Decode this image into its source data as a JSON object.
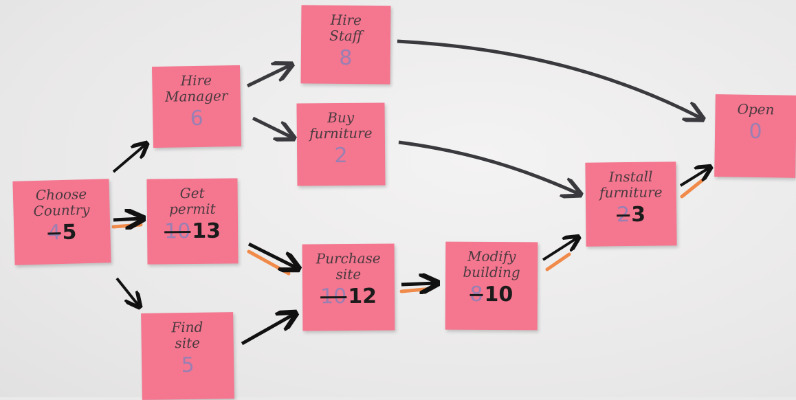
{
  "tasks": [
    {
      "id": "choose-country",
      "title": "Choose\nCountry",
      "old": "4",
      "new": "5"
    },
    {
      "id": "hire-manager",
      "title": "Hire\nManager",
      "value": "6"
    },
    {
      "id": "get-permit",
      "title": "Get\npermit",
      "old": "10",
      "new": "13"
    },
    {
      "id": "find-site",
      "title": "Find\nsite",
      "value": "5"
    },
    {
      "id": "hire-staff",
      "title": "Hire\nStaff",
      "value": "8"
    },
    {
      "id": "buy-furniture",
      "title": "Buy\nfurniture",
      "value": "2"
    },
    {
      "id": "purchase-site",
      "title": "Purchase\nsite",
      "old": "10",
      "new": "12"
    },
    {
      "id": "modify-building",
      "title": "Modify\nbuilding",
      "old": "8",
      "new": "10"
    },
    {
      "id": "install-furniture",
      "title": "Install\nfurniture",
      "old": "2",
      "new": "3"
    },
    {
      "id": "open",
      "title": "Open",
      "value": "0"
    }
  ]
}
